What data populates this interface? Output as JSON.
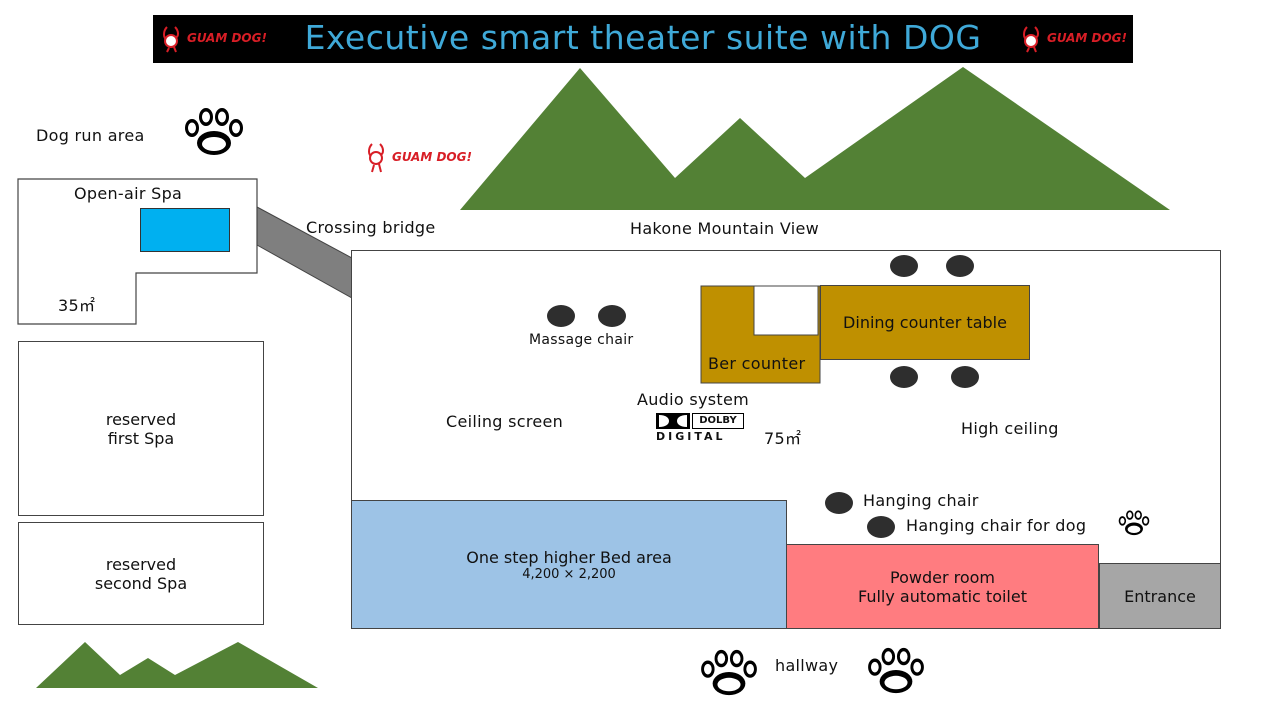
{
  "banner": {
    "title": "Executive smart theater suite with DOG",
    "logo_text": "GUAM DOG!"
  },
  "colors": {
    "banner_bg": "#000000",
    "title": "#3fa9d8",
    "mountain": "#538135",
    "spa_water": "#00b0f0",
    "bridge": "#7f7f7f",
    "counter": "#bf9000",
    "bed_area": "#9dc3e6",
    "powder_room": "#ff7c80",
    "entrance": "#a6a6a6",
    "chair": "#2e2e2e",
    "logo_red": "#d81e26"
  },
  "labels": {
    "dog_run": "Dog run area",
    "open_air_spa": "Open-air Spa",
    "spa_area": "35㎡",
    "crossing_bridge": "Crossing bridge",
    "mountain_view": "Hakone Mountain View",
    "reserved_first_line1": "reserved",
    "reserved_first_line2": "first Spa",
    "reserved_second_line1": "reserved",
    "reserved_second_line2": "second Spa",
    "massage_chair": "Massage chair",
    "ber_counter": "Ber counter",
    "dining_counter": "Dining counter table",
    "audio_system": "Audio system",
    "dolby_top": "DOLBY",
    "dolby_bottom": "DIGITAL",
    "room_area": "75㎡",
    "ceiling_screen": "Ceiling screen",
    "high_ceiling": "High ceiling",
    "hanging_chair": "Hanging chair",
    "hanging_chair_dog": "Hanging chair for dog",
    "bed_area": "One step higher Bed area",
    "bed_size": "4,200 × 2,200",
    "powder_room": "Powder room",
    "toilet": "Fully automatic toilet",
    "entrance": "Entrance",
    "hallway": "hallway"
  }
}
